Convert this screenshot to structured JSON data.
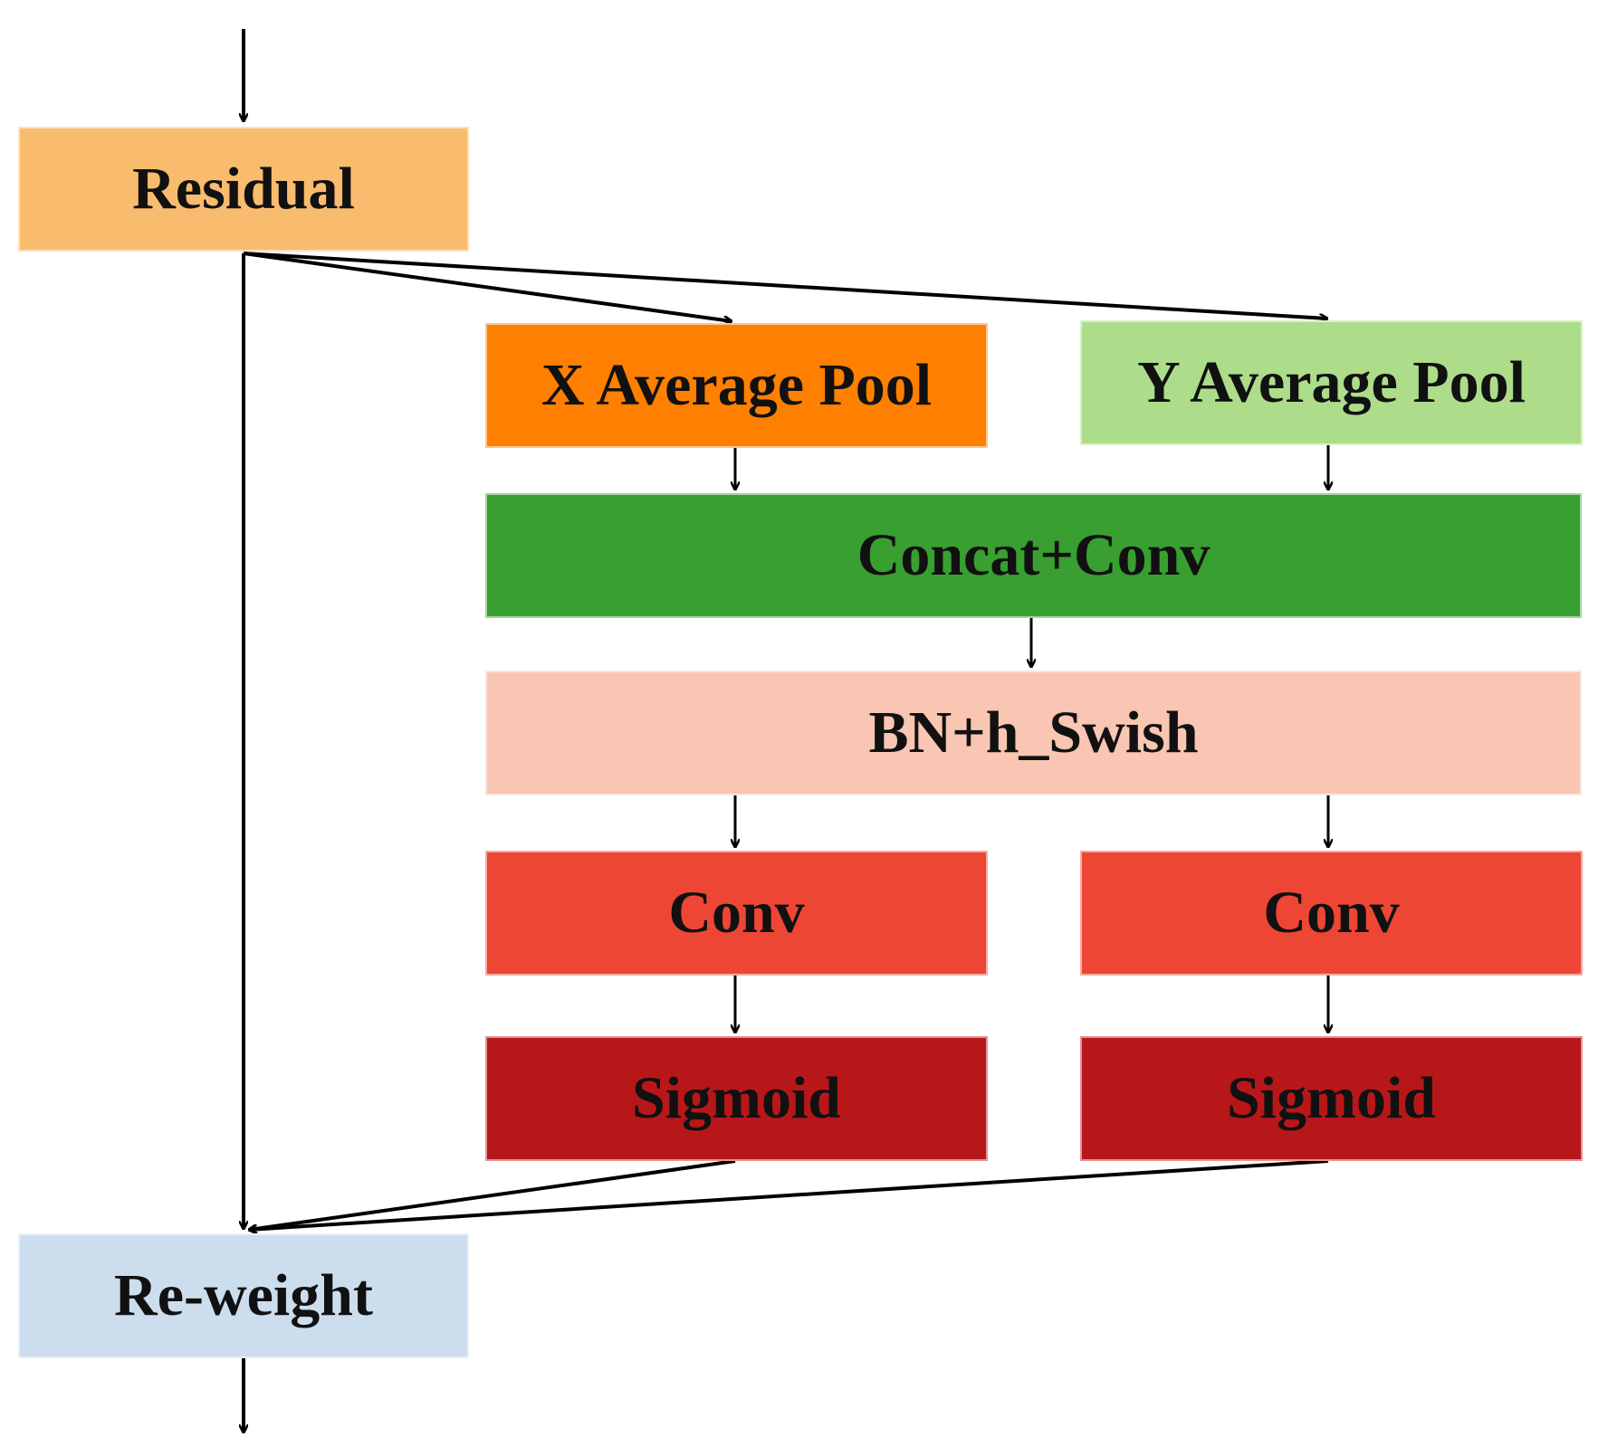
{
  "blocks": {
    "residual": {
      "label": "Residual",
      "color": "#F9BC6E"
    },
    "x_pool": {
      "label": "X Average Pool",
      "color": "#FF8000"
    },
    "y_pool": {
      "label": "Y Average Pool",
      "color": "#ADDC8A"
    },
    "concat": {
      "label": "Concat+Conv",
      "color": "#389F30"
    },
    "bn": {
      "label": "BN+h_Swish",
      "color": "#F8C6B2"
    },
    "conv_x": {
      "label": "Conv",
      "color": "#EE4635"
    },
    "conv_y": {
      "label": "Conv",
      "color": "#EE4635"
    },
    "sigmoid_x": {
      "label": "Sigmoid",
      "color": "#B8171A"
    },
    "sigmoid_y": {
      "label": "Sigmoid",
      "color": "#B8171A"
    },
    "reweight": {
      "label": "Re-weight",
      "color": "#CCDEEE"
    }
  },
  "arrow_color": "#000000"
}
